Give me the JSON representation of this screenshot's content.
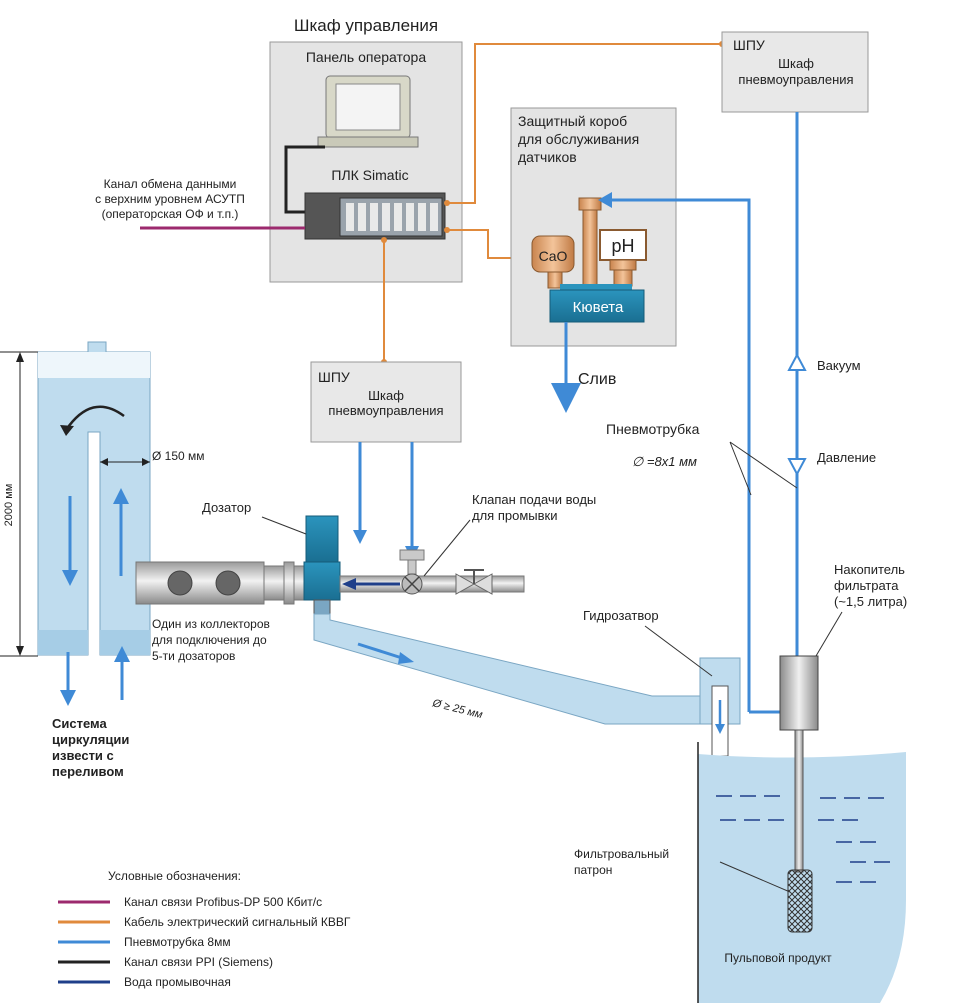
{
  "control_cabinet": {
    "title": "Шкаф управления",
    "operator_panel": "Панель оператора",
    "plc": "ПЛК Simatic"
  },
  "data_channel": {
    "line1": "Канал обмена данными",
    "line2": "с верхним уровнем АСУТП",
    "line3": "(операторская ОФ и т.п.)"
  },
  "spu_top": {
    "abbr": "ШПУ",
    "line1": "Шкаф",
    "line2": "пневмоуправления"
  },
  "spu_mid": {
    "abbr": "ШПУ",
    "line1": "Шкаф",
    "line2": "пневмоуправления"
  },
  "protective_box": {
    "line1": "Защитный короб",
    "line2": "для обслуживания",
    "line3": "датчиков"
  },
  "sensors": {
    "cao": "CaO",
    "ph": "pH",
    "cuvette": "Кювета"
  },
  "drain": "Слив",
  "vacuum": "Вакуум",
  "pressure": "Давление",
  "pneumotube": {
    "label": "Пневмотрубка",
    "size": "∅ =8х1  мм"
  },
  "doser": "Дозатор",
  "water_valve": {
    "line1": "Клапан подачи воды",
    "line2": "для промывки"
  },
  "diameter_150": "Ø 150 мм",
  "height_2000": "2000 мм",
  "collector": {
    "line1": "Один из коллекторов",
    "line2": "для подключения до",
    "line3": "5-ти дозаторов"
  },
  "pipe_diameter": "Ø ≥ 25 мм",
  "water_seal": "Гидрозатвор",
  "accumulator": {
    "line1": "Накопитель",
    "line2": "фильтрата",
    "line3": "(~1,5 литра)"
  },
  "circulation": {
    "line1": "Система",
    "line2": "циркуляции",
    "line3": "извести с",
    "line4": "переливом"
  },
  "filter_cartridge": {
    "line1": "Фильтровальный",
    "line2": "патрон"
  },
  "pulp": "Пульповой продукт",
  "legend": {
    "title": "Условные обозначения:",
    "items": [
      {
        "label": "Канал связи Profibus-DP 500 Кбит/с",
        "color": "#9c2a6e"
      },
      {
        "label": "Кабель электрический сигнальный КВВГ",
        "color": "#e08a3c"
      },
      {
        "label": "Пневмотрубка 8мм",
        "color": "#3f8ad6"
      },
      {
        "label": "Канал связи PPI (Siemens)",
        "color": "#222222"
      },
      {
        "label": "Вода промывочная",
        "color": "#1f3f8a"
      }
    ]
  },
  "colors": {
    "orange": "#e08a3c",
    "blue": "#3f8ad6",
    "dark_blue": "#1f3f8a",
    "magenta": "#9c2a6e",
    "box_gray": "#e4e4e4",
    "liquid": "#bfdcee",
    "teal": "#1f7ea0"
  }
}
